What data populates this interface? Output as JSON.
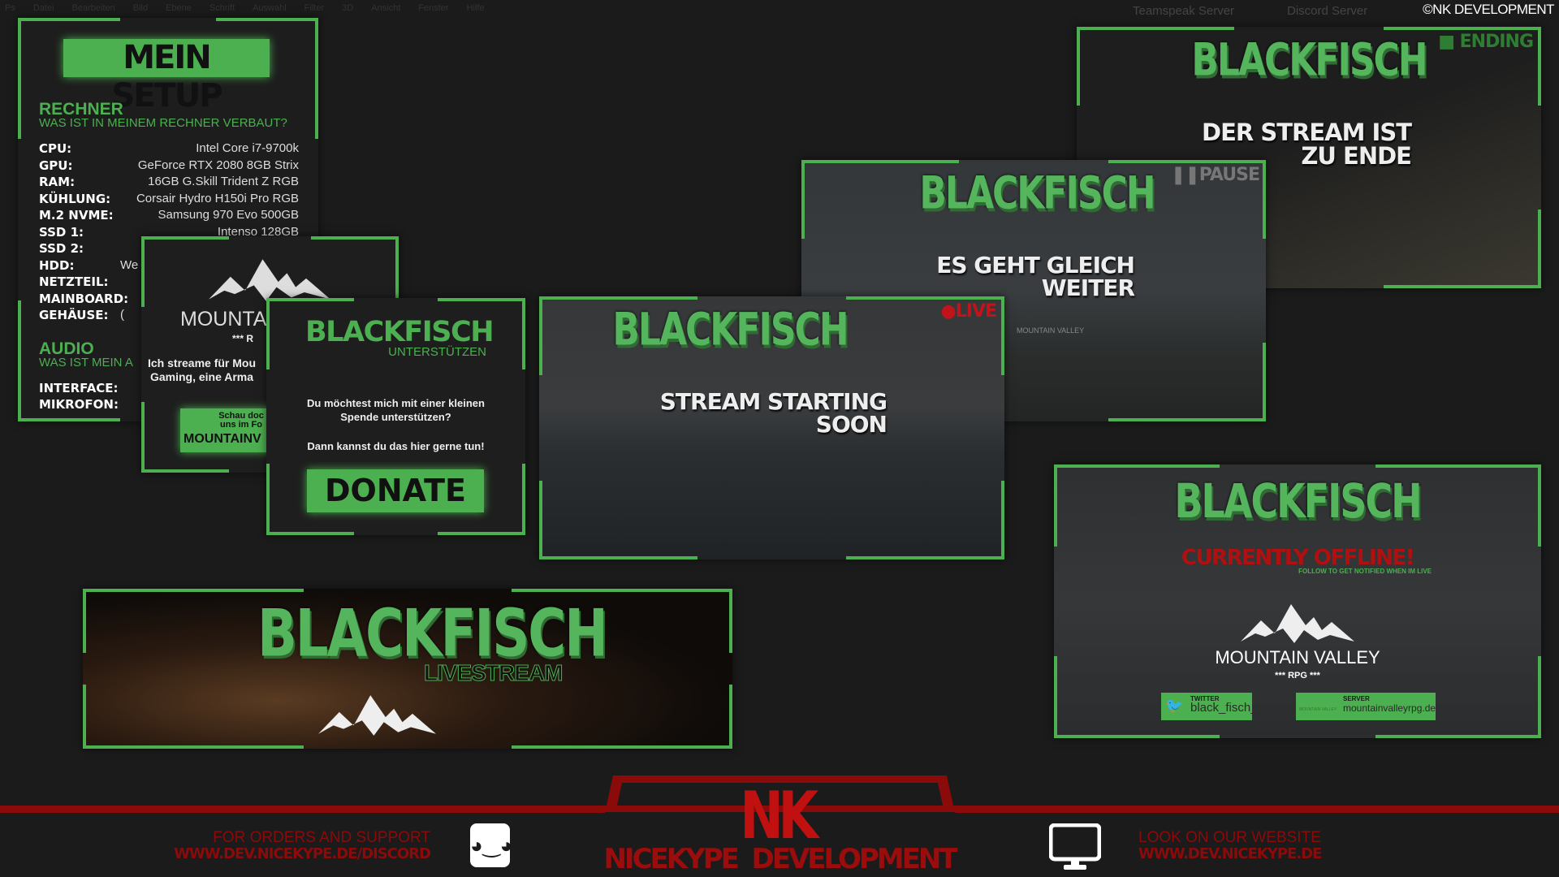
{
  "menubar": [
    "Ps",
    "Datei",
    "Bearbeiten",
    "Bild",
    "Ebene",
    "Schrift",
    "Auswahl",
    "Filter",
    "3D",
    "Ansicht",
    "Fenster",
    "Hilfe"
  ],
  "background_tabs": [
    "Teamspeak Server",
    "Discord Server"
  ],
  "copyright": "©NK DEVELOPMENT",
  "setup": {
    "title": "MEIN SETUP",
    "rechner_heading": "RECHNER",
    "rechner_sub": "WAS IST IN MEINEM RECHNER VERBAUT?",
    "specs": [
      {
        "label": "CPU:",
        "value": "Intel Core i7-9700k"
      },
      {
        "label": "GPU:",
        "value": "GeForce RTX 2080 8GB Strix"
      },
      {
        "label": "RAM:",
        "value": "16GB G.Skill Trident Z RGB"
      },
      {
        "label": "KÜHLUNG:",
        "value": "Corsair Hydro H150i Pro RGB"
      },
      {
        "label": "M.2 NVME:",
        "value": "Samsung 970 Evo 500GB"
      },
      {
        "label": "SSD 1:",
        "value": "Intenso 128GB"
      },
      {
        "label": "SSD 2:",
        "value": ""
      },
      {
        "label": "HDD:",
        "value": "We"
      },
      {
        "label": "NETZTEIL:",
        "value": ""
      },
      {
        "label": "MAINBOARD:",
        "value": ""
      },
      {
        "label": "GEHÄUSE:",
        "value": "("
      }
    ],
    "audio_heading": "AUDIO",
    "audio_sub": "WAS IST MEIN A",
    "audio_specs": [
      {
        "label": "INTERFACE:"
      },
      {
        "label": "MIKROFON:"
      }
    ]
  },
  "mountain_panel": {
    "logo": "MOUNTAI",
    "stars": "*** R",
    "text1": "Ich streame für Mou",
    "text2": "Gaming, eine Arma",
    "button_line1": "Schau doc",
    "button_line2": "uns im Fo",
    "button_line3": "MOUNTAINV"
  },
  "donate_panel": {
    "title": "BLACKFISCH",
    "subtitle": "UNTERSTÜTZEN",
    "text1": "Du möchtest mich mit einer kleinen",
    "text2": "Spende unterstützen?",
    "text3": "Dann kannst du das hier gerne tun!",
    "button": "DONATE"
  },
  "starting": {
    "brand": "BLACKFISCH",
    "status": "LIVE",
    "line1": "STREAM STARTING",
    "line2": "SOON",
    "status_color": "#c0141a"
  },
  "pause": {
    "brand": "BLACKFISCH",
    "status": "PAUSE",
    "line1": "ES GEHT GLEICH",
    "line2": "WEITER",
    "watermark": "MOUNTAIN VALLEY"
  },
  "ending": {
    "brand": "BLACKFISCH",
    "status": "ENDING",
    "line1": "DER STREAM IST",
    "line2": "ZU ENDE"
  },
  "offline": {
    "brand": "BLACKFISCH",
    "headline": "CURRENTLY OFFLINE!",
    "sub": "FOLLOW TO GET NOTIFIED WHEN IM LIVE",
    "logo_name": "MOUNTAIN VALLEY",
    "logo_tag": "*** RPG ***",
    "twitter_label": "TWITTER",
    "twitter_handle": "black_fisch_",
    "server_logo": "MOUNTAIN VALLEY",
    "server_label": "SERVER",
    "server_url": "mountainvalleyrpg.de"
  },
  "banner": {
    "brand": "BLACKFISCH",
    "sub": "LIVESTREAM"
  },
  "footer": {
    "left_line1": "FOR ORDERS AND SUPPORT",
    "left_line2": "WWW.DEV.NICEKYPE.DE/DISCORD",
    "logo_mark": "NK",
    "logo_name": "NICEKYPE  DEVELOPMENT",
    "right_line1": "LOOK ON OUR WEBSITE",
    "right_line2": "WWW.DEV.NICEKYPE.DE"
  },
  "colors": {
    "accent": "#4caf50",
    "red": "#8b0a0a"
  }
}
